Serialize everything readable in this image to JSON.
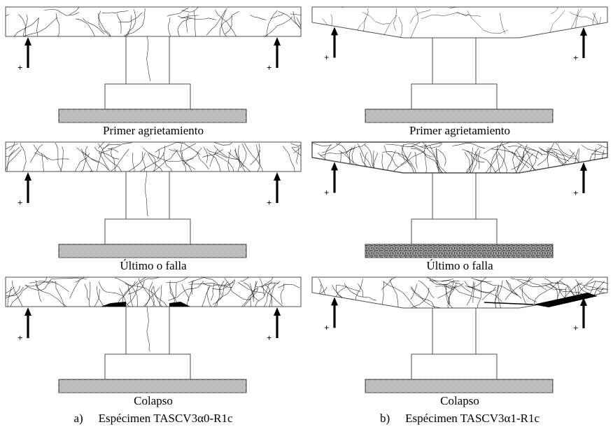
{
  "figure": {
    "load_symbol": "+",
    "columns": [
      {
        "id": "a",
        "label_prefix": "a)",
        "label": "Espécimen TASCV3α0-R1c",
        "stages": [
          {
            "caption": "Primer agrietamiento"
          },
          {
            "caption": "Último o falla"
          },
          {
            "caption": "Colapso"
          }
        ]
      },
      {
        "id": "b",
        "label_prefix": "b)",
        "label": "Espécimen TASCV3α1-R1c",
        "stages": [
          {
            "caption": "Primer agrietamiento"
          },
          {
            "caption": "Último o falla"
          },
          {
            "caption": "Colapso"
          }
        ]
      }
    ]
  }
}
